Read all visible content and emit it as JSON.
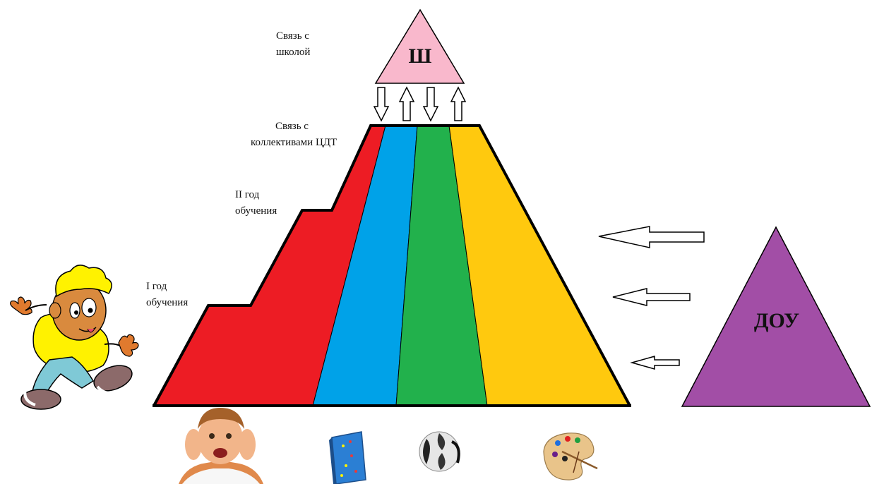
{
  "labels": {
    "school_link": [
      "Связь с",
      "школой"
    ],
    "cdt_link": [
      "Связь с",
      "коллективами ЦДТ"
    ],
    "year2": [
      "II год",
      "обучения"
    ],
    "year1": [
      "I год",
      "обучения"
    ]
  },
  "top_triangle": {
    "label": "Ш",
    "color": "#F9B8CC"
  },
  "right_triangle": {
    "label": "ДОУ",
    "color": "#A24EA6"
  },
  "pyramid_stripes": [
    {
      "name": "red",
      "color": "#ED1C24"
    },
    {
      "name": "blue",
      "color": "#00A2E8"
    },
    {
      "name": "green",
      "color": "#22B14C"
    },
    {
      "name": "yellow",
      "color": "#FFC90E"
    }
  ],
  "bottom_icons": [
    "child-photo-icon",
    "book-icon",
    "soccer-ball-icon",
    "paint-palette-icon"
  ],
  "left_character": "cartoon-boy-icon"
}
